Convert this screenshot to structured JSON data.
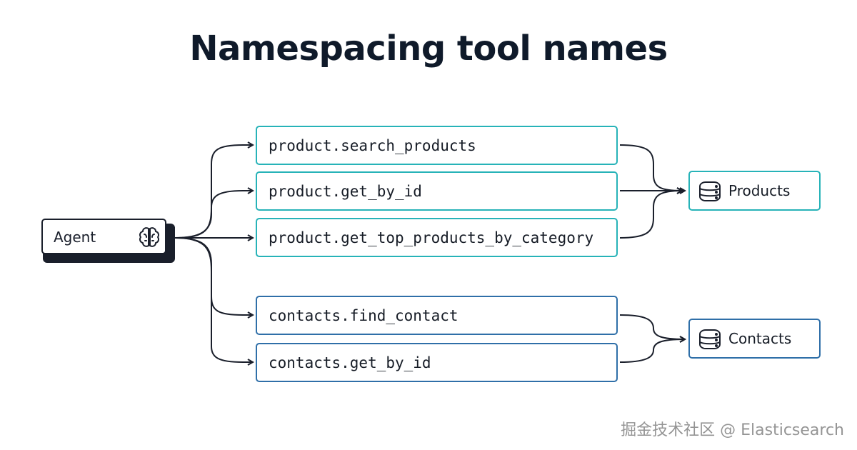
{
  "title": "Namespacing tool names",
  "agent": {
    "label": "Agent",
    "icon": "brain-icon"
  },
  "tools": [
    {
      "name": "product.search_products",
      "group": "products"
    },
    {
      "name": "product.get_by_id",
      "group": "products"
    },
    {
      "name": "product.get_top_products_by_category",
      "group": "products"
    },
    {
      "name": "contacts.find_contact",
      "group": "contacts"
    },
    {
      "name": "contacts.get_by_id",
      "group": "contacts"
    }
  ],
  "datastores": {
    "products": {
      "label": "Products",
      "icon": "database-icon"
    },
    "contacts": {
      "label": "Contacts",
      "icon": "database-icon"
    }
  },
  "colors": {
    "products": "#27b3b8",
    "contacts": "#2f6fa8",
    "ink": "#1a1f2b"
  },
  "watermark": "掘金技术社区 @ Elasticsearch"
}
